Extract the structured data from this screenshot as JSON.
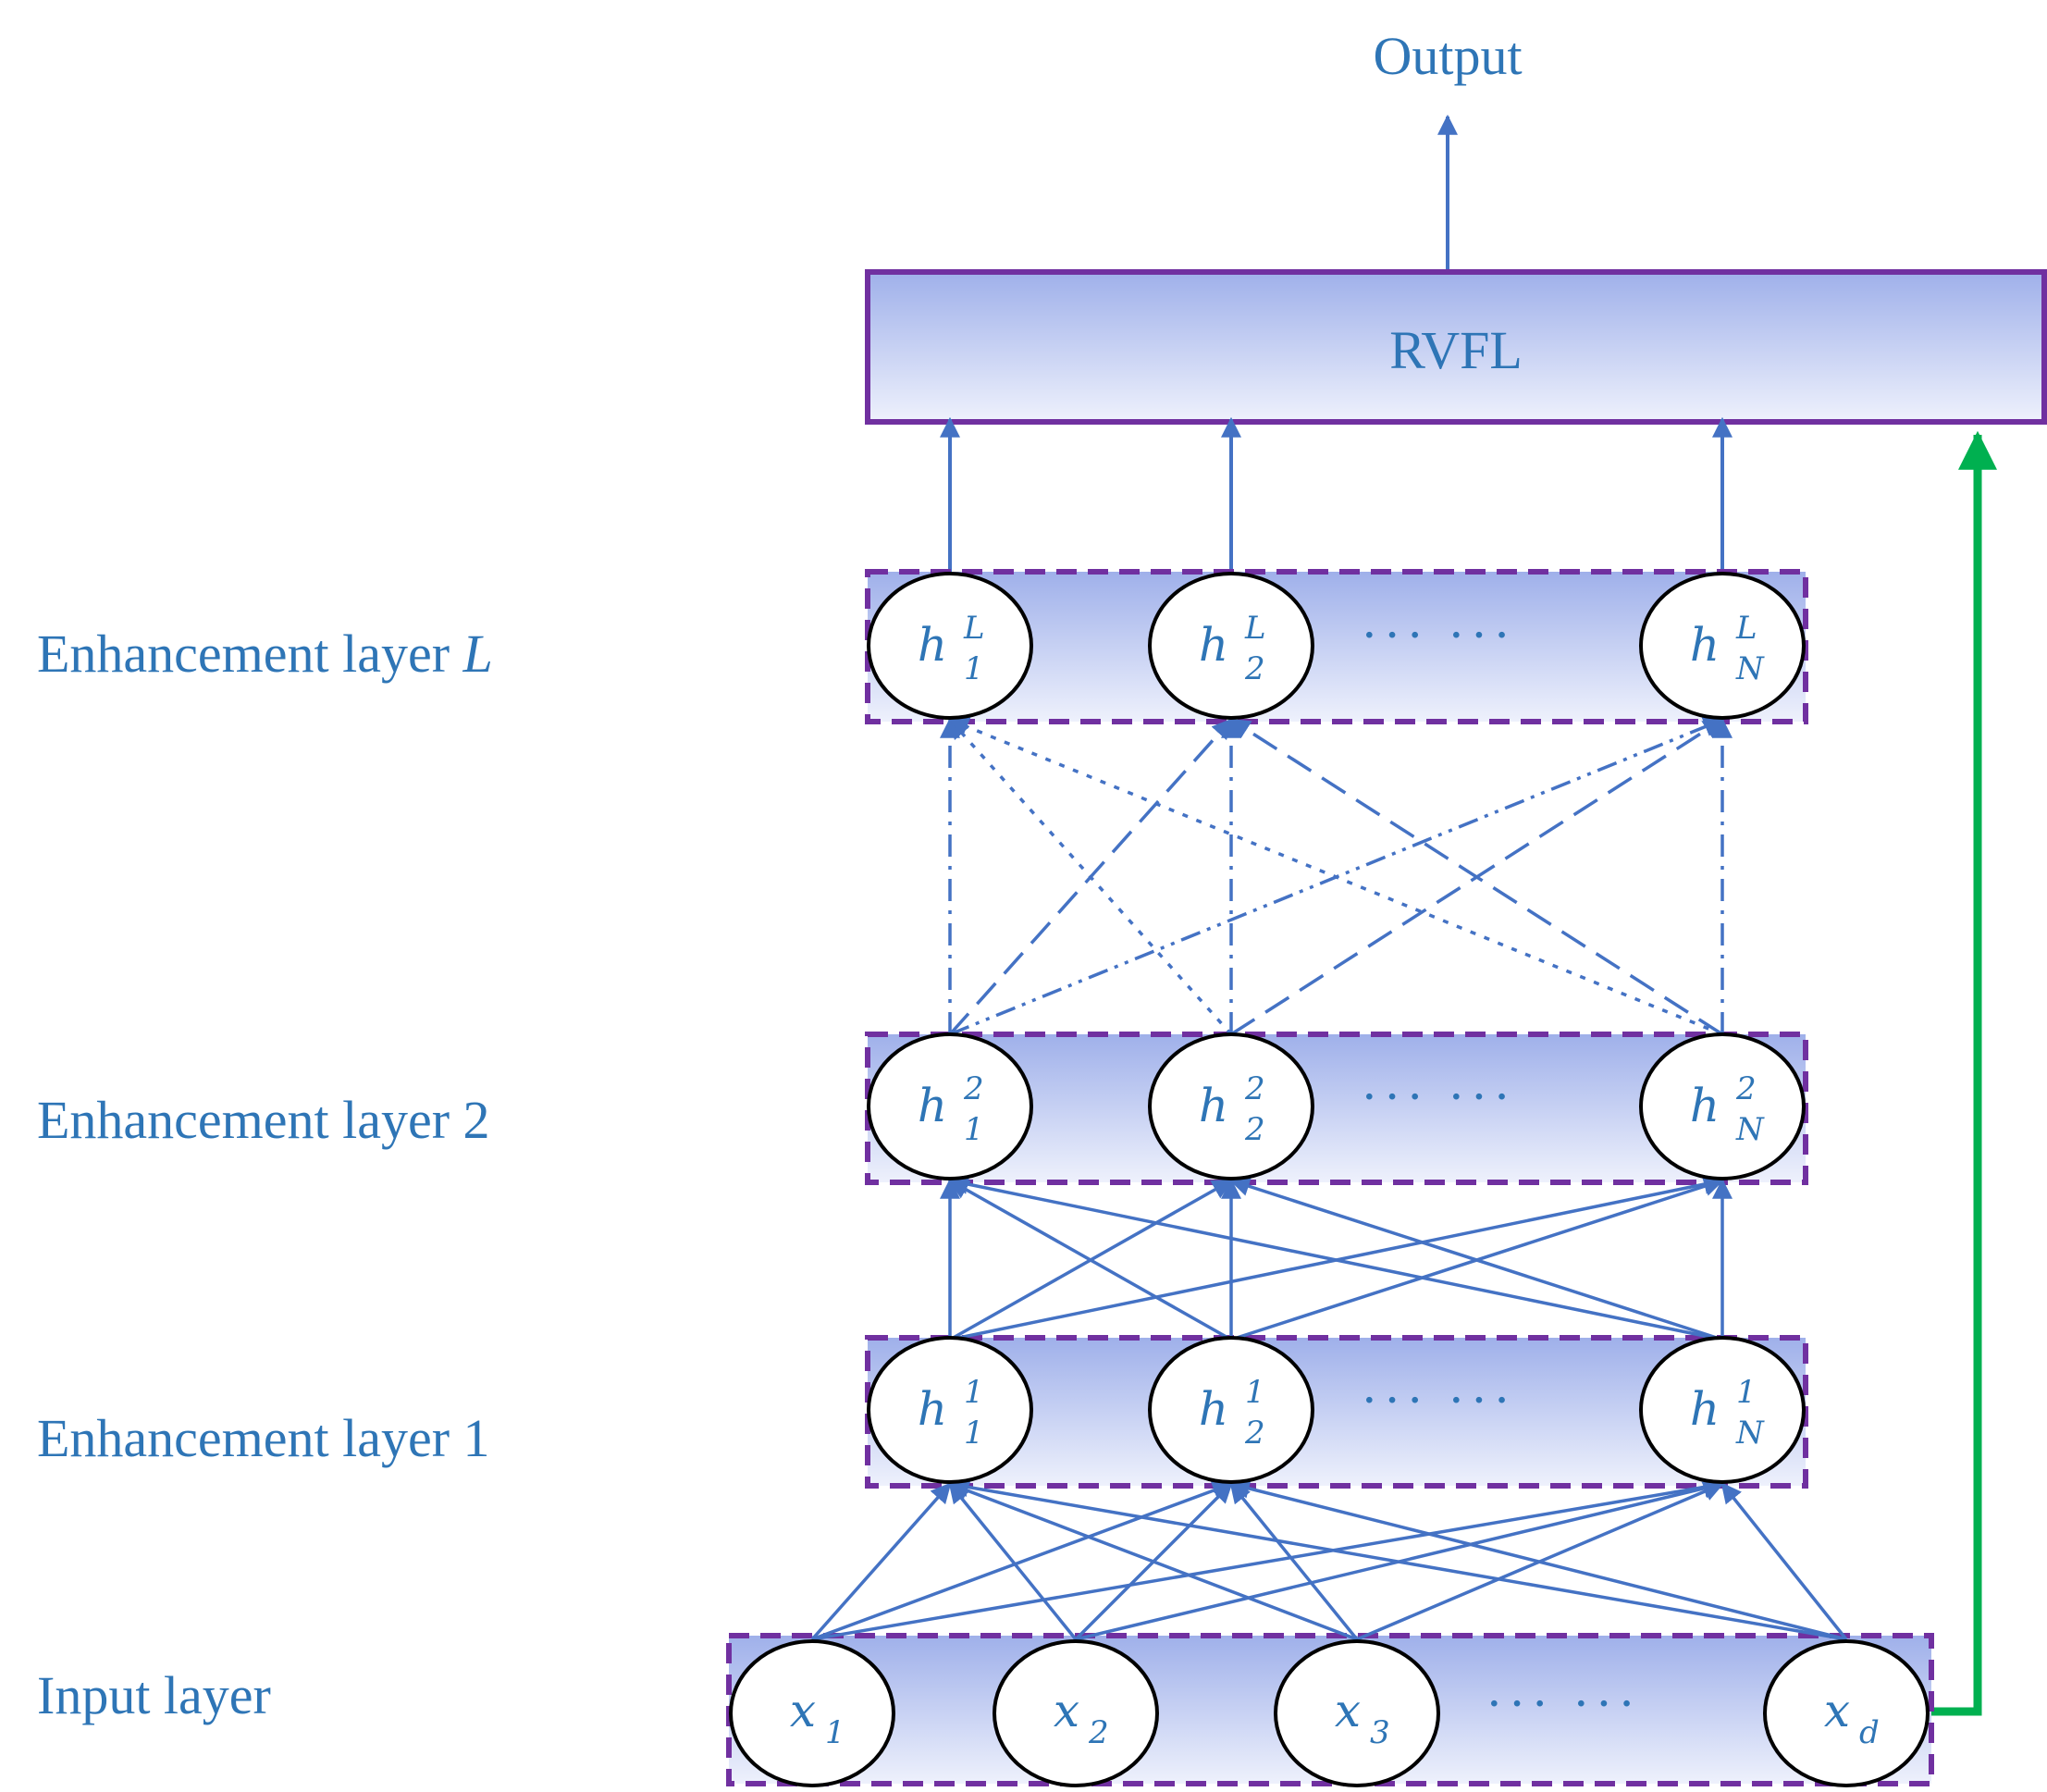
{
  "output_label": "Output",
  "rvfl_label": "RVFL",
  "layer_labels": {
    "enh_L_prefix": "Enhancement  layer ",
    "enh_L_var": "L",
    "enh_2": "Enhancement  layer 2",
    "enh_1": "Enhancement  layer 1",
    "input": "Input layer"
  },
  "ellipsis": "··· ···",
  "input_nodes": [
    {
      "base": "x",
      "sub": "1"
    },
    {
      "base": "x",
      "sub": "2"
    },
    {
      "base": "x",
      "sub": "3"
    },
    {
      "base": "x",
      "sub": "d"
    }
  ],
  "enh1_nodes": [
    {
      "base": "h",
      "sup": "1",
      "sub": "1"
    },
    {
      "base": "h",
      "sup": "1",
      "sub": "2"
    },
    {
      "base": "h",
      "sup": "1",
      "sub": "N"
    }
  ],
  "enh2_nodes": [
    {
      "base": "h",
      "sup": "2",
      "sub": "1"
    },
    {
      "base": "h",
      "sup": "2",
      "sub": "2"
    },
    {
      "base": "h",
      "sup": "2",
      "sub": "N"
    }
  ],
  "enhL_nodes": [
    {
      "base": "h",
      "sup": "L",
      "sub": "1"
    },
    {
      "base": "h",
      "sup": "L",
      "sub": "2"
    },
    {
      "base": "h",
      "sup": "L",
      "sub": "N"
    }
  ],
  "colors": {
    "text": "#2e75b6",
    "arrow": "#4472c4",
    "box_border": "#7030a0",
    "skip_arrow": "#00b050",
    "box_fill_top": "#9fb0ea",
    "box_fill_bottom": "#eef1fc"
  }
}
